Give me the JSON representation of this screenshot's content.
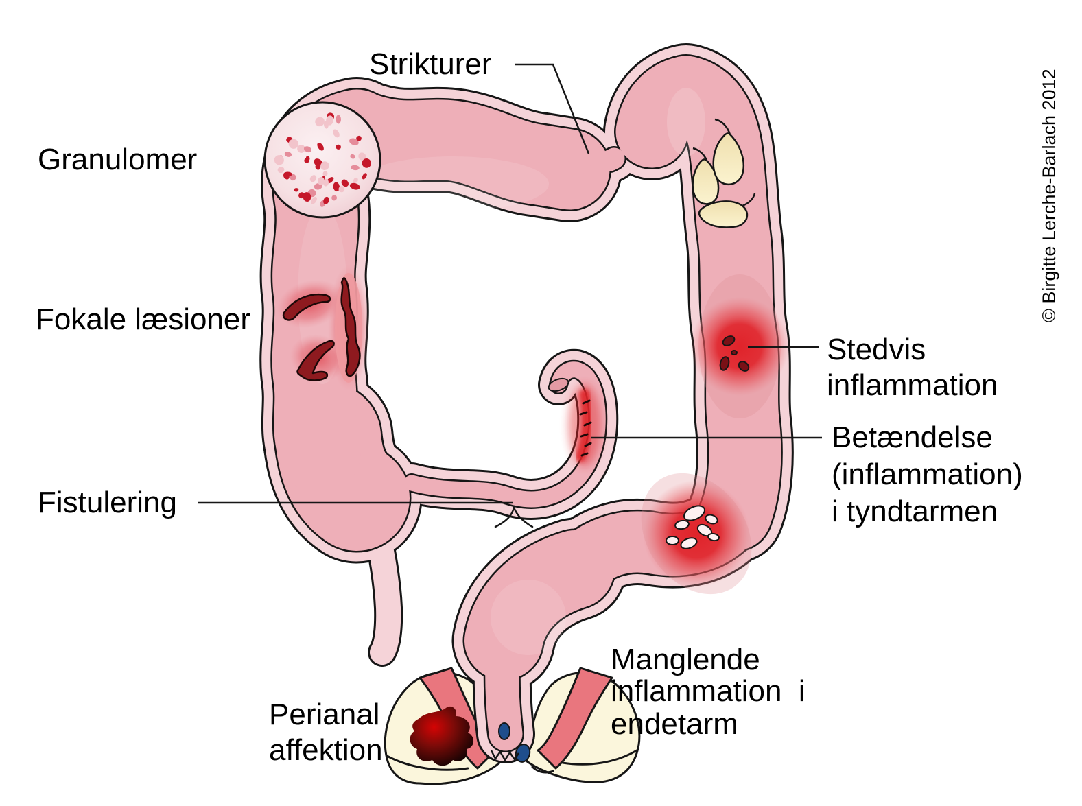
{
  "labels": {
    "strikturer": "Strikturer",
    "granulomer": "Granulomer",
    "fokale_laesioner": "Fokale læsioner",
    "fistulering": "Fistulering",
    "stedvis_inflammation": [
      "Stedvis",
      "inflammation"
    ],
    "betaendelse": [
      "Betændelse",
      "(inflammation)",
      "i tyndtarmen"
    ],
    "manglende": [
      "Manglende",
      "inflammation  i",
      "endetarm"
    ],
    "perianal": [
      "Perianal",
      "affektion"
    ]
  },
  "copyright": "© Birgitte Lerche-Barlach 2012",
  "colors": {
    "outline": "#161616",
    "intestine_wall": "#f5d3d8",
    "intestine_lumen": "#eeafb8",
    "inflammation_red": "#e01f26",
    "lesion_dark_red": "#8e1a1f",
    "lesion_halo": "#ef9aa0",
    "granuloma_dot_bright": "#c5182a",
    "granuloma_dot_mid": "#e58c9a",
    "granuloma_dot_pale": "#f2c4cb",
    "fat_blob_yellow": "#f6ecc0",
    "buttock_cream": "#fbf6dc",
    "sphincter_salmon": "#e9767e",
    "nodule_blue": "#1f4e8c",
    "abscess_core_red": "#cf0404",
    "dark_spot": "#7a1016",
    "white_oval": "#fdf1f2"
  }
}
